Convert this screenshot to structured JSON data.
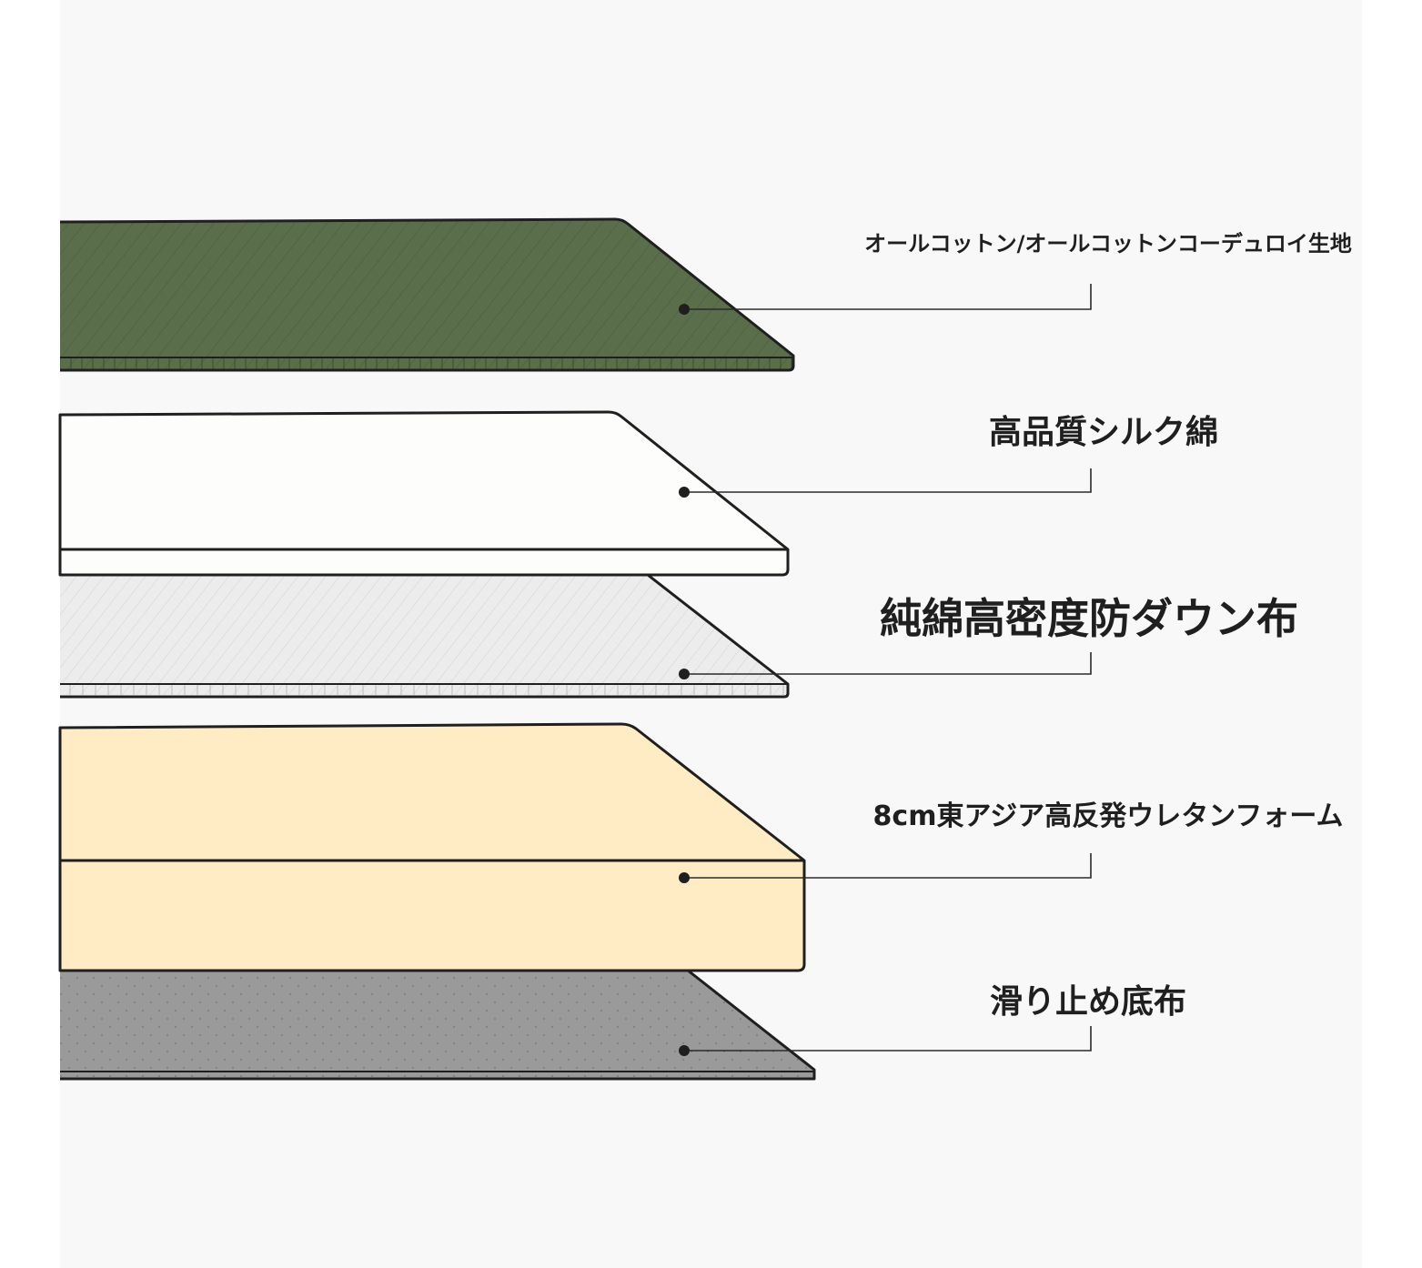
{
  "colors": {
    "background": "#f8f8f8",
    "outline": "#1f1f1f",
    "cover": "#5a6e4c",
    "silk": "#fdfdfb",
    "downproof": "#ececec",
    "foam": "#ffebc4",
    "antislip": "#9a9a9a"
  },
  "layers": [
    {
      "id": "cover",
      "label": "オールコットン/オールコットンコーデュロイ生地"
    },
    {
      "id": "silk",
      "label": "高品質シルク綿"
    },
    {
      "id": "downproof",
      "label": "純綿高密度防ダウン布"
    },
    {
      "id": "foam",
      "label": "8cm東アジア高反発ウレタンフォーム"
    },
    {
      "id": "antislip",
      "label": "滑り止め底布"
    }
  ]
}
